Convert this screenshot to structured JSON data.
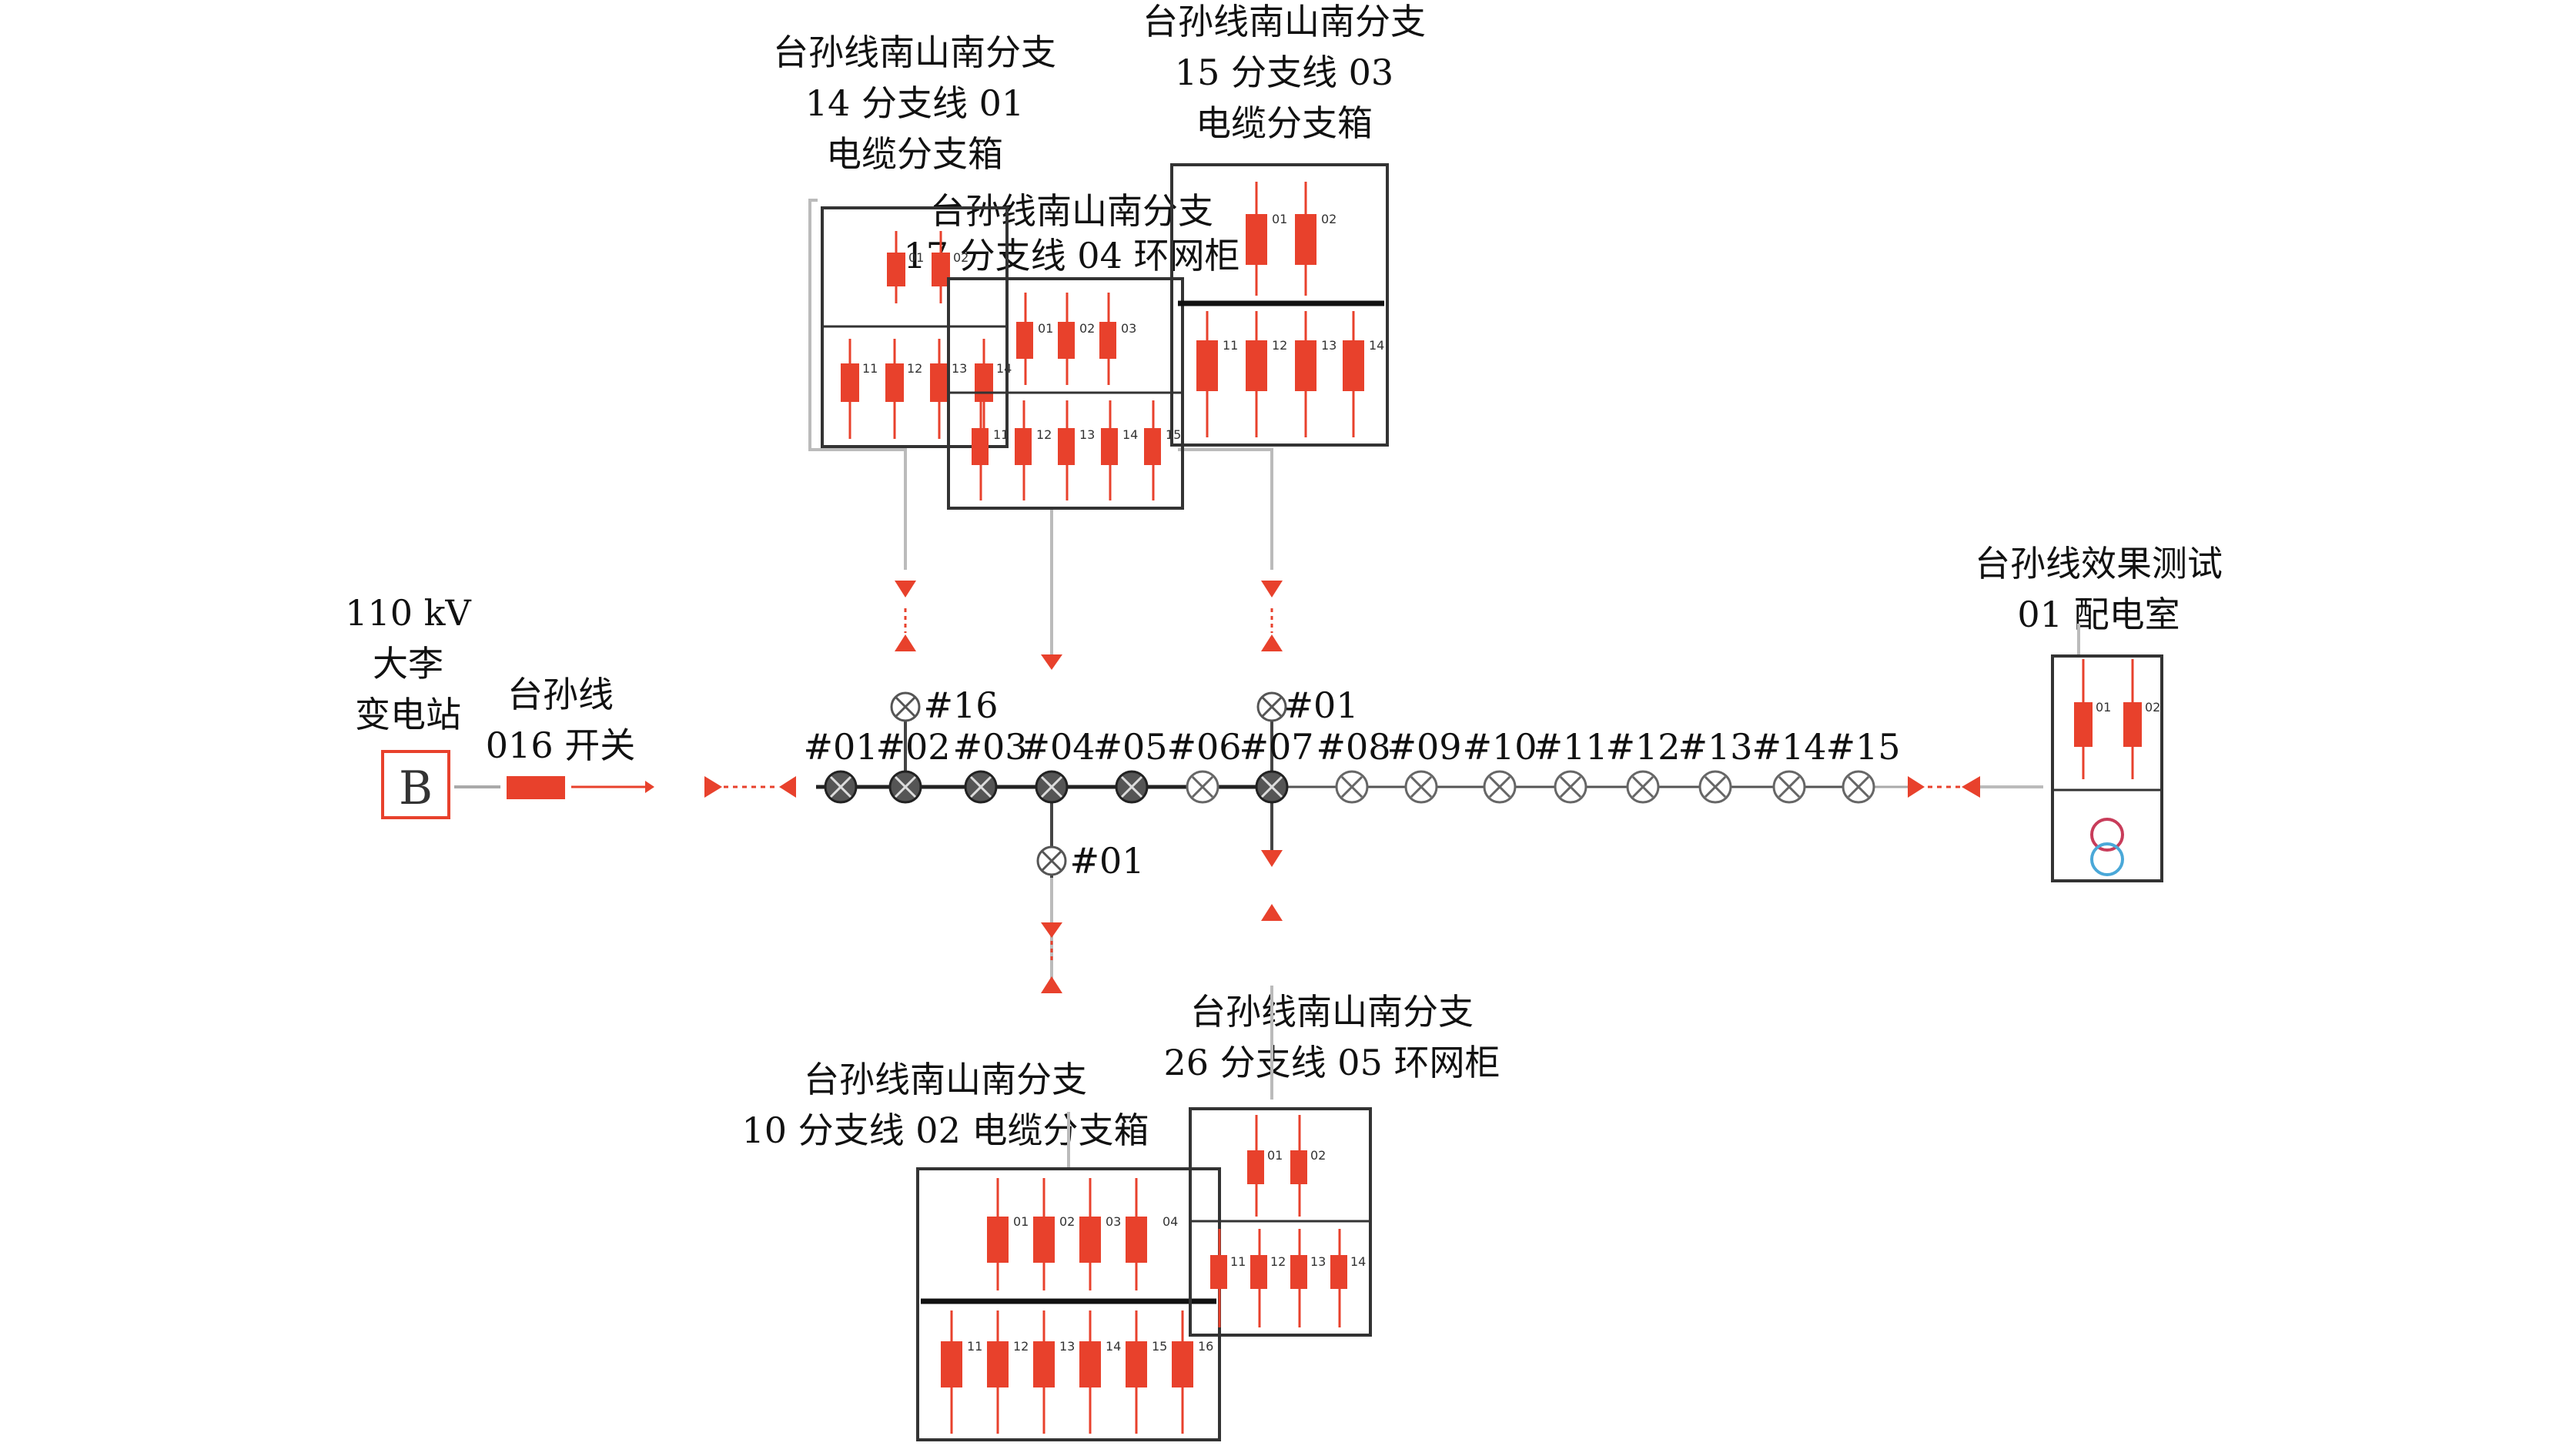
{
  "substation": {
    "name_lines": [
      "110 kV",
      "大李",
      "变电站"
    ],
    "symbol": "B"
  },
  "feeder_switch": {
    "lines": [
      "台孙线",
      "016 开关"
    ]
  },
  "trunk_nodes": [
    "#01",
    "#02",
    "#03",
    "#04",
    "#05",
    "#06",
    "#07",
    "#08",
    "#09",
    "#10",
    "#11",
    "#12",
    "#13",
    "#14",
    "#15"
  ],
  "branch_nodes": {
    "node02_up": "#16",
    "node07_up": "#01",
    "node04_down": "#01"
  },
  "boxes": {
    "box_14_01": {
      "title_lines": [
        "台孙线南山南分支",
        "14 分支线 01",
        "电缆分支箱"
      ],
      "top_labels": [
        "01",
        "02"
      ],
      "bottom_labels": [
        "11",
        "12",
        "13",
        "14"
      ]
    },
    "box_17_04": {
      "title_lines": [
        "台孙线南山南分支",
        "17 分支线 04 环网柜"
      ],
      "top_labels": [
        "01",
        "02",
        "03"
      ],
      "bottom_labels": [
        "11",
        "12",
        "13",
        "14",
        "15"
      ]
    },
    "box_15_03": {
      "title_lines": [
        "台孙线南山南分支",
        "15 分支线 03",
        "电缆分支箱"
      ],
      "top_labels": [
        "01",
        "02"
      ],
      "bottom_labels": [
        "11",
        "12",
        "13",
        "14"
      ]
    },
    "box_test": {
      "title_lines": [
        "台孙线效果测试",
        "01 配电室"
      ],
      "top_labels": [
        "01",
        "02"
      ]
    },
    "box_10_02": {
      "title_lines": [
        "台孙线南山南分支",
        "10 分支线 02 电缆分支箱"
      ],
      "top_labels": [
        "01",
        "02",
        "03",
        "04"
      ],
      "bottom_labels": [
        "11",
        "12",
        "13",
        "14",
        "15",
        "16"
      ]
    },
    "box_26_05": {
      "title_lines": [
        "台孙线南山南分支",
        "26 分支线 05 环网柜"
      ],
      "top_labels": [
        "01",
        "02"
      ],
      "bottom_labels": [
        "11",
        "12",
        "13",
        "14"
      ]
    }
  },
  "colors": {
    "switch_red": "#e8412c",
    "trunk": "#222222",
    "closed_node": "#555555",
    "lead_gray": "#bbbbbb",
    "transformer_top": "#c83c5a",
    "transformer_bottom": "#4aa8d8"
  }
}
